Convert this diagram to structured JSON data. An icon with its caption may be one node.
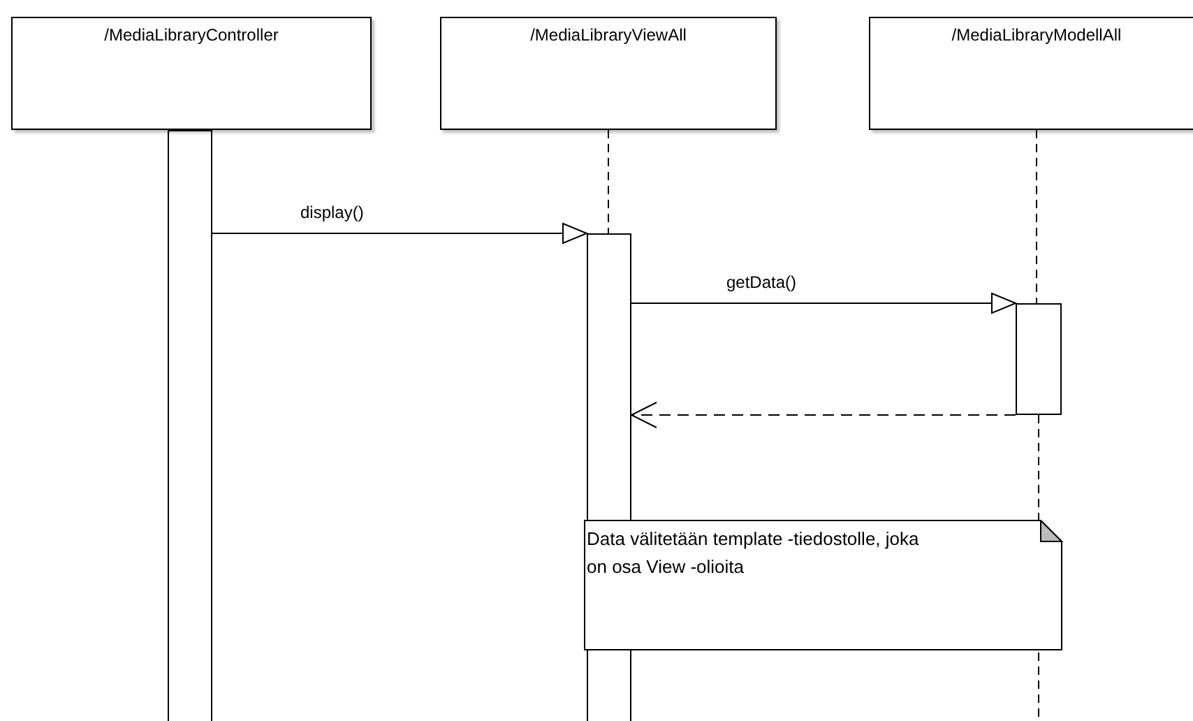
{
  "diagram": {
    "nodes": [
      {
        "text": [
          "/MediaLibraryController"
        ]
      },
      {
        "text": [
          "/MediaLibraryViewAll"
        ]
      },
      {
        "text": [
          "/MediaLibraryModellAll"
        ]
      },
      {
        "text": [],
        "shape": "bar"
      },
      {
        "text": [],
        "shape": "bar"
      },
      {
        "text": [],
        "shape": "bar"
      },
      {
        "text": [
          "Data välitetään template -tiedostolle, joka on osa View -olioita"
        ]
      }
    ],
    "edges": [
      {
        "from": 1,
        "to": 4,
        "arrow": "none",
        "style": "dashed"
      },
      {
        "from": 2,
        "to": 5,
        "arrow": "none",
        "style": "dashed"
      },
      {
        "from": 3,
        "to": 4,
        "arrow": "to",
        "label": "display()"
      },
      {
        "from": 4,
        "to": 5,
        "arrow": "to",
        "label": "getData()"
      },
      {
        "from": 5,
        "to": 4,
        "arrow": "to",
        "style": "dashed"
      }
    ]
  }
}
